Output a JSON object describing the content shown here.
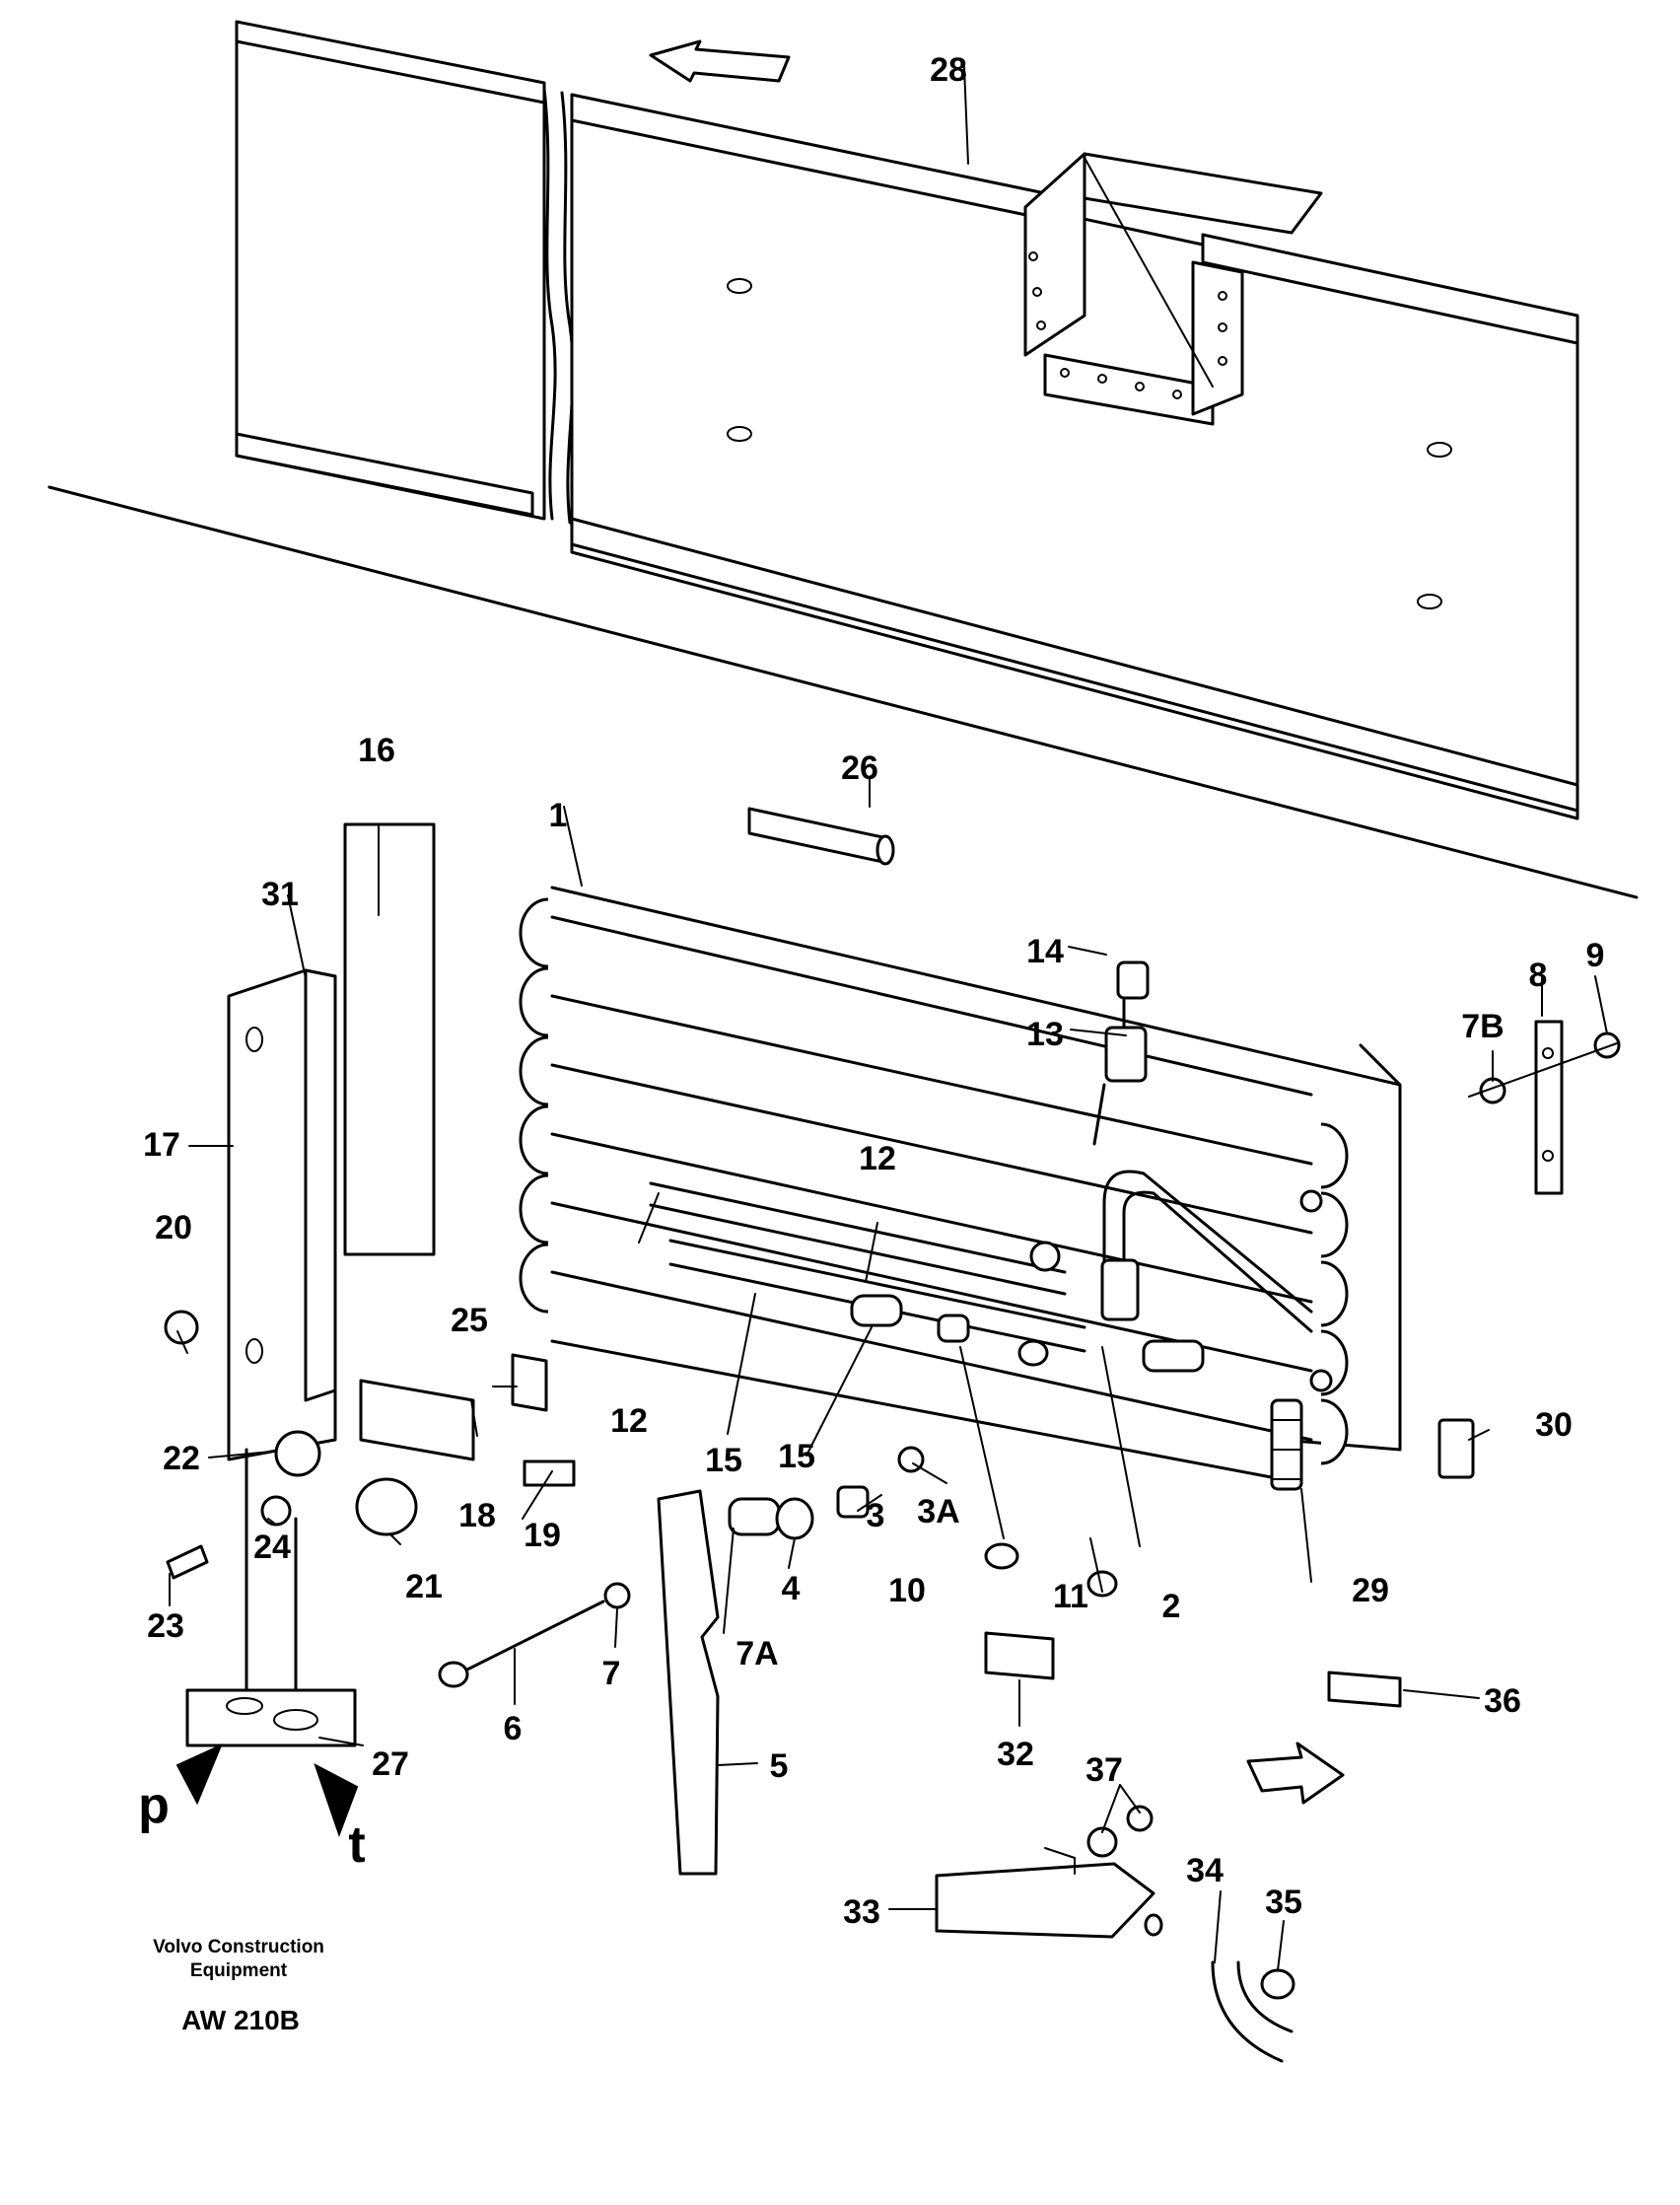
{
  "callouts": {
    "c1": "1",
    "c2": "2",
    "c3": "3",
    "c3A": "3A",
    "c4": "4",
    "c5": "5",
    "c6": "6",
    "c7": "7",
    "c7A": "7A",
    "c7B": "7B",
    "c8": "8",
    "c9": "9",
    "c10": "10",
    "c11": "11",
    "c12a": "12",
    "c12b": "12",
    "c13": "13",
    "c14": "14",
    "c15a": "15",
    "c15b": "15",
    "c16": "16",
    "c17": "17",
    "c18": "18",
    "c19": "19",
    "c20": "20",
    "c21": "21",
    "c22": "22",
    "c23": "23",
    "c24": "24",
    "c25": "25",
    "c26": "26",
    "c27": "27",
    "c28": "28",
    "c29": "29",
    "c30": "30",
    "c31": "31",
    "c32": "32",
    "c33": "33",
    "c34": "34",
    "c35": "35",
    "c36": "36",
    "c37": "37"
  },
  "ports": {
    "pressure": "p",
    "tank": "t"
  },
  "footer": {
    "brand_line1": "Volvo Construction",
    "brand_line2": "Equipment",
    "drawing_code": "AW 210B"
  }
}
